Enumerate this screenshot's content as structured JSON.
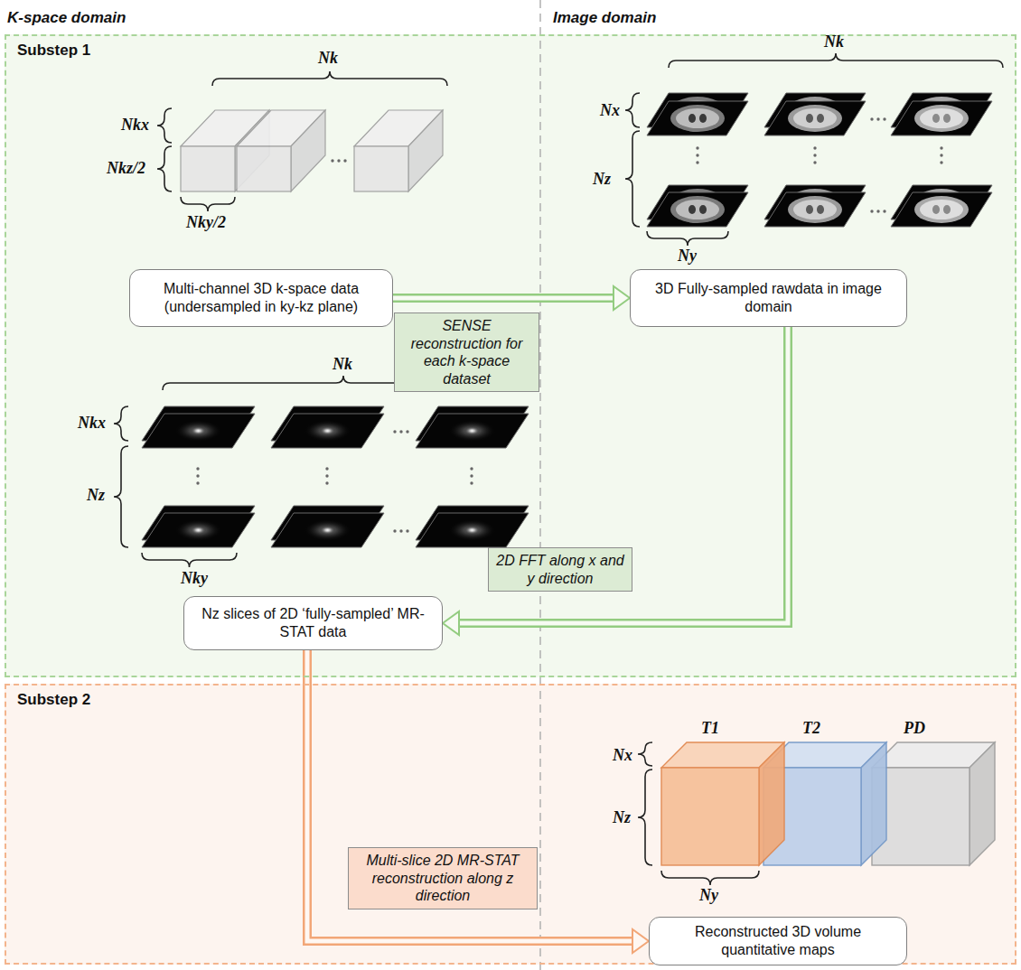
{
  "diagram": {
    "nodes": [
      {
        "text": [
          "Substep 1"
        ]
      },
      {
        "text": [
          "Multi-channel 3D k-space data (undersampled in ky-kz plane)"
        ],
        "in": 0
      },
      {
        "text": [
          "3D Fully-sampled rawdata in image domain"
        ],
        "in": 0
      },
      {
        "text": [
          "Nz slices of 2D ‘fully-sampled’ MR-STAT data"
        ],
        "in": 0
      },
      {
        "text": [
          "Substep 2"
        ]
      },
      {
        "text": [
          "Reconstructed 3D volume quantitative maps"
        ],
        "in": 4
      }
    ],
    "edges": [
      {
        "from": 1,
        "to": 2,
        "arrow": "to",
        "label": "SENSE reconstruction for each k-space dataset"
      },
      {
        "from": 2,
        "to": 3,
        "arrow": "to",
        "label": "2D FFT along x and y direction"
      },
      {
        "from": 3,
        "to": 5,
        "arrow": "to",
        "label": "Multi-slice 2D MR-STAT reconstruction along z direction"
      }
    ],
    "labels": [
      "K-space domain",
      "Image domain",
      "Nk",
      "Nkx",
      "Nkz/2",
      "Nky/2",
      "Nk",
      "Nx",
      "Nz",
      "Ny",
      "Nk",
      "Nkx",
      "Nz",
      "Nky",
      "T1",
      "T2",
      "PD",
      "Nx",
      "Nz",
      "Ny"
    ]
  }
}
